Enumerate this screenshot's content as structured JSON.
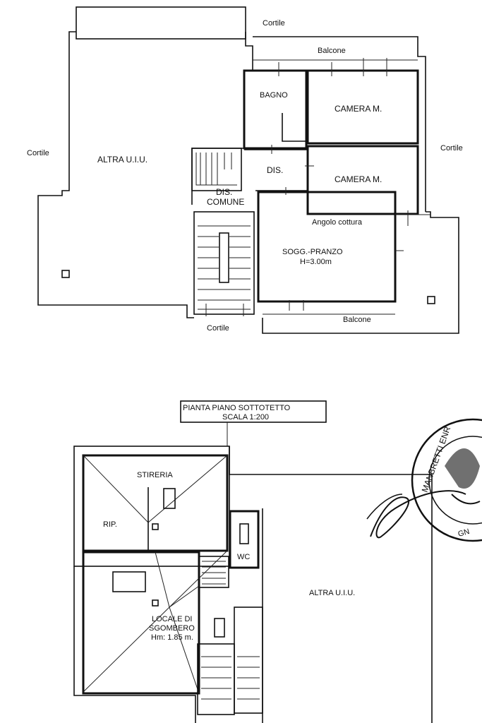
{
  "ground_floor": {
    "labels": {
      "cortile_top": "Cortile",
      "balcone_top": "Balcone",
      "cortile_left": "Cortile",
      "altra_uiu": "ALTRA U.I.U.",
      "bagno": "BAGNO",
      "camera_1": "CAMERA M.",
      "camera_2": "CAMERA M.",
      "cortile_right": "Cortile",
      "dis": "DIS.",
      "dis_comune_1": "DIS.",
      "dis_comune_2": "COMUNE",
      "angolo_cottura": "Angolo cottura",
      "soggiorno_1": "SOGG.-PRANZO",
      "soggiorno_2": "H=3.00m",
      "cortile_bottom": "Cortile",
      "balcone_bottom": "Balcone"
    }
  },
  "attic_floor": {
    "title_1": "PIANTA PIANO SOTTOTETTO",
    "title_2": "SCALA 1:200",
    "labels": {
      "stireria": "STIRERIA",
      "rip": "RIP.",
      "wc": "WC",
      "altra_uiu": "ALTRA U.I.U.",
      "locale_1": "LOCALE DI",
      "locale_2": "SGOMBERO",
      "locale_3": "Hm: 1.85 m."
    }
  },
  "stamp": {
    "text_top": "MANBRETTI ENR",
    "text_bottom": "GN"
  }
}
